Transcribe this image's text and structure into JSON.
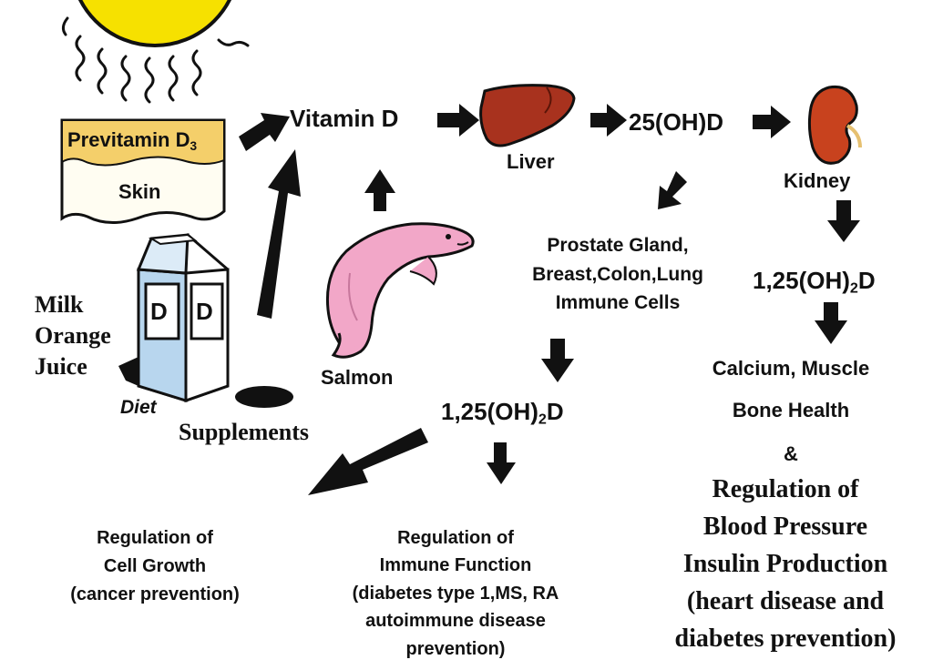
{
  "skin": {
    "previtamin": "Previtamin D",
    "previtamin_sub": "3",
    "skin_label": "Skin"
  },
  "vitamin_d": "Vitamin D",
  "liver": "Liver",
  "metabolite_25": "25(OH)D",
  "kidney": "Kidney",
  "tissues": {
    "line1": "Prostate Gland,",
    "line2": "Breast,Colon,Lung",
    "line3": "Immune Cells"
  },
  "kidney_product": {
    "prefix": "1,25(OH)",
    "sub": "2",
    "suffix": "D"
  },
  "tissue_product": {
    "prefix": "1,25(OH)",
    "sub": "2",
    "suffix": "D"
  },
  "carton_letter": "D",
  "diet_sources": {
    "line1": "Milk",
    "line2": "Orange",
    "line3": "Juice"
  },
  "diet": "Diet",
  "supplements": "Supplements",
  "salmon": "Salmon",
  "kidney_effects": {
    "line1": "Calcium, Muscle",
    "line2": "Bone Health",
    "amp": "&"
  },
  "regulation_right": {
    "line1": "Regulation of",
    "line2": "Blood Pressure",
    "line3": "Insulin Production",
    "line4": "(heart disease and",
    "line5": "diabetes prevention)"
  },
  "cell_growth": {
    "line1": "Regulation of",
    "line2": "Cell Growth",
    "line3": "(cancer prevention)"
  },
  "immune_function": {
    "line1": "Regulation of",
    "line2": "Immune Function",
    "line3": "(diabetes type 1,MS, RA",
    "line4": "autoimmune disease",
    "line5": "prevention)"
  },
  "colors": {
    "sun": "#f6e100",
    "liver": "#a8321e",
    "kidney": "#c8421e",
    "salmon": "#f2a7c8",
    "carton": "#b8d6ee",
    "skin_band": "#f4cf6a"
  }
}
